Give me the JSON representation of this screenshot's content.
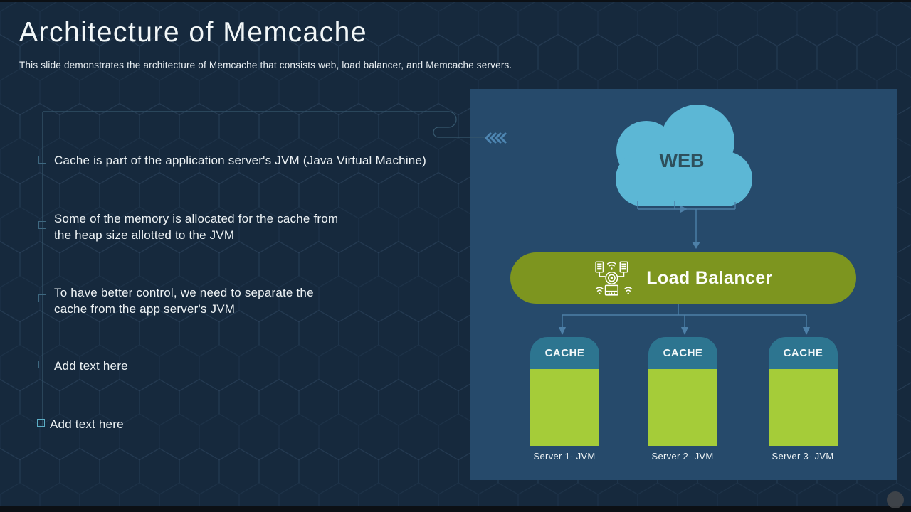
{
  "slide": {
    "title": "Architecture of Memcache",
    "subtitle": "This slide demonstrates the architecture of Memcache that consists web, load balancer, and Memcache servers."
  },
  "bullets": [
    {
      "text": "Cache is part of the application server's JVM (Java Virtual Machine)"
    },
    {
      "text": "Some of the memory is allocated for the cache from\nthe heap size allotted to the JVM"
    },
    {
      "text": "To have better control, we need to separate the\ncache from the app server's JVM"
    },
    {
      "text": "Add text here"
    },
    {
      "text": "Add text here"
    }
  ],
  "diagram": {
    "web_label": "WEB",
    "load_balancer_label": "Load Balancer",
    "cache_nodes": [
      {
        "header": "CACHE",
        "server_label": "Server 1- JVM"
      },
      {
        "header": "CACHE",
        "server_label": "Server 2- JVM"
      },
      {
        "header": "CACHE",
        "server_label": "Server 3- JVM"
      }
    ],
    "colors": {
      "background": "#16293d",
      "panel": "#264a6b",
      "cloud": "#5cb7d5",
      "load_balancer": "#7d951f",
      "cache_header": "#2d7590",
      "cache_body": "#a5cc39",
      "connector": "#4d80a8",
      "text": "#eef3f5"
    }
  }
}
